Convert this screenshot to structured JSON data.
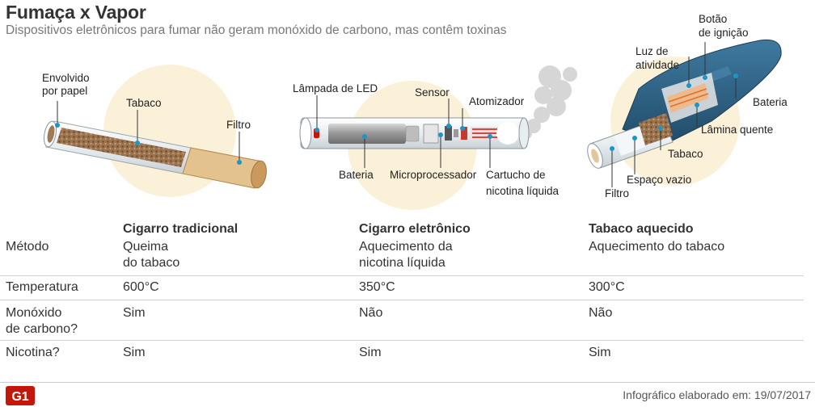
{
  "header": {
    "title": "Fumaça x Vapor",
    "subtitle": "Dispositivos eletrônicos para fumar não geram monóxido de carbono, mas contêm toxinas"
  },
  "illustrations": {
    "cigarette": {
      "labels": {
        "wrapped_line1": "Envolvido",
        "wrapped_line2": "por papel",
        "tobacco": "Tabaco",
        "filter": "Filtro"
      }
    },
    "ecig": {
      "labels": {
        "led": "Lâmpada de LED",
        "sensor": "Sensor",
        "atomizer": "Atomizador",
        "battery": "Bateria",
        "microprocessor": "Microprocessador",
        "cartridge_line1": "Cartucho de",
        "cartridge_line2": "nicotina líquida"
      }
    },
    "heated": {
      "labels": {
        "button_line1": "Botão",
        "button_line2": "de ignição",
        "light_line1": "Luz de",
        "light_line2": "atividade",
        "battery": "Bateria",
        "blade": "Lâmina quente",
        "tobacco": "Tabaco",
        "empty_space": "Espaço vazio",
        "filter": "Filtro"
      }
    }
  },
  "table": {
    "columns": [
      "Cigarro tradicional",
      "Cigarro eletrônico",
      "Tabaco aquecido"
    ],
    "rows": [
      {
        "label": [
          "Método"
        ],
        "values": [
          [
            "Queima",
            "do tabaco"
          ],
          [
            "Aquecimento da",
            "nicotina líquida"
          ],
          [
            "Aquecimento do tabaco"
          ]
        ]
      },
      {
        "label": [
          "Temperatura"
        ],
        "values": [
          [
            "600°C"
          ],
          [
            "350°C"
          ],
          [
            "300°C"
          ]
        ]
      },
      {
        "label": [
          "Monóxido",
          "de carbono?"
        ],
        "values": [
          [
            "Sim"
          ],
          [
            "Não"
          ],
          [
            "Não"
          ]
        ]
      },
      {
        "label": [
          "Nicotina?"
        ],
        "values": [
          [
            "Sim"
          ],
          [
            "Sim"
          ],
          [
            "Sim"
          ]
        ]
      }
    ]
  },
  "footer": {
    "logo_text": "G1",
    "credit": "Infográfico elaborado em: 19/07/2017"
  },
  "colors": {
    "circle": "#fbf1d8",
    "accent": "#c4170c",
    "label_dot": "#1a96c8",
    "device_blue": "#2b5f82"
  }
}
